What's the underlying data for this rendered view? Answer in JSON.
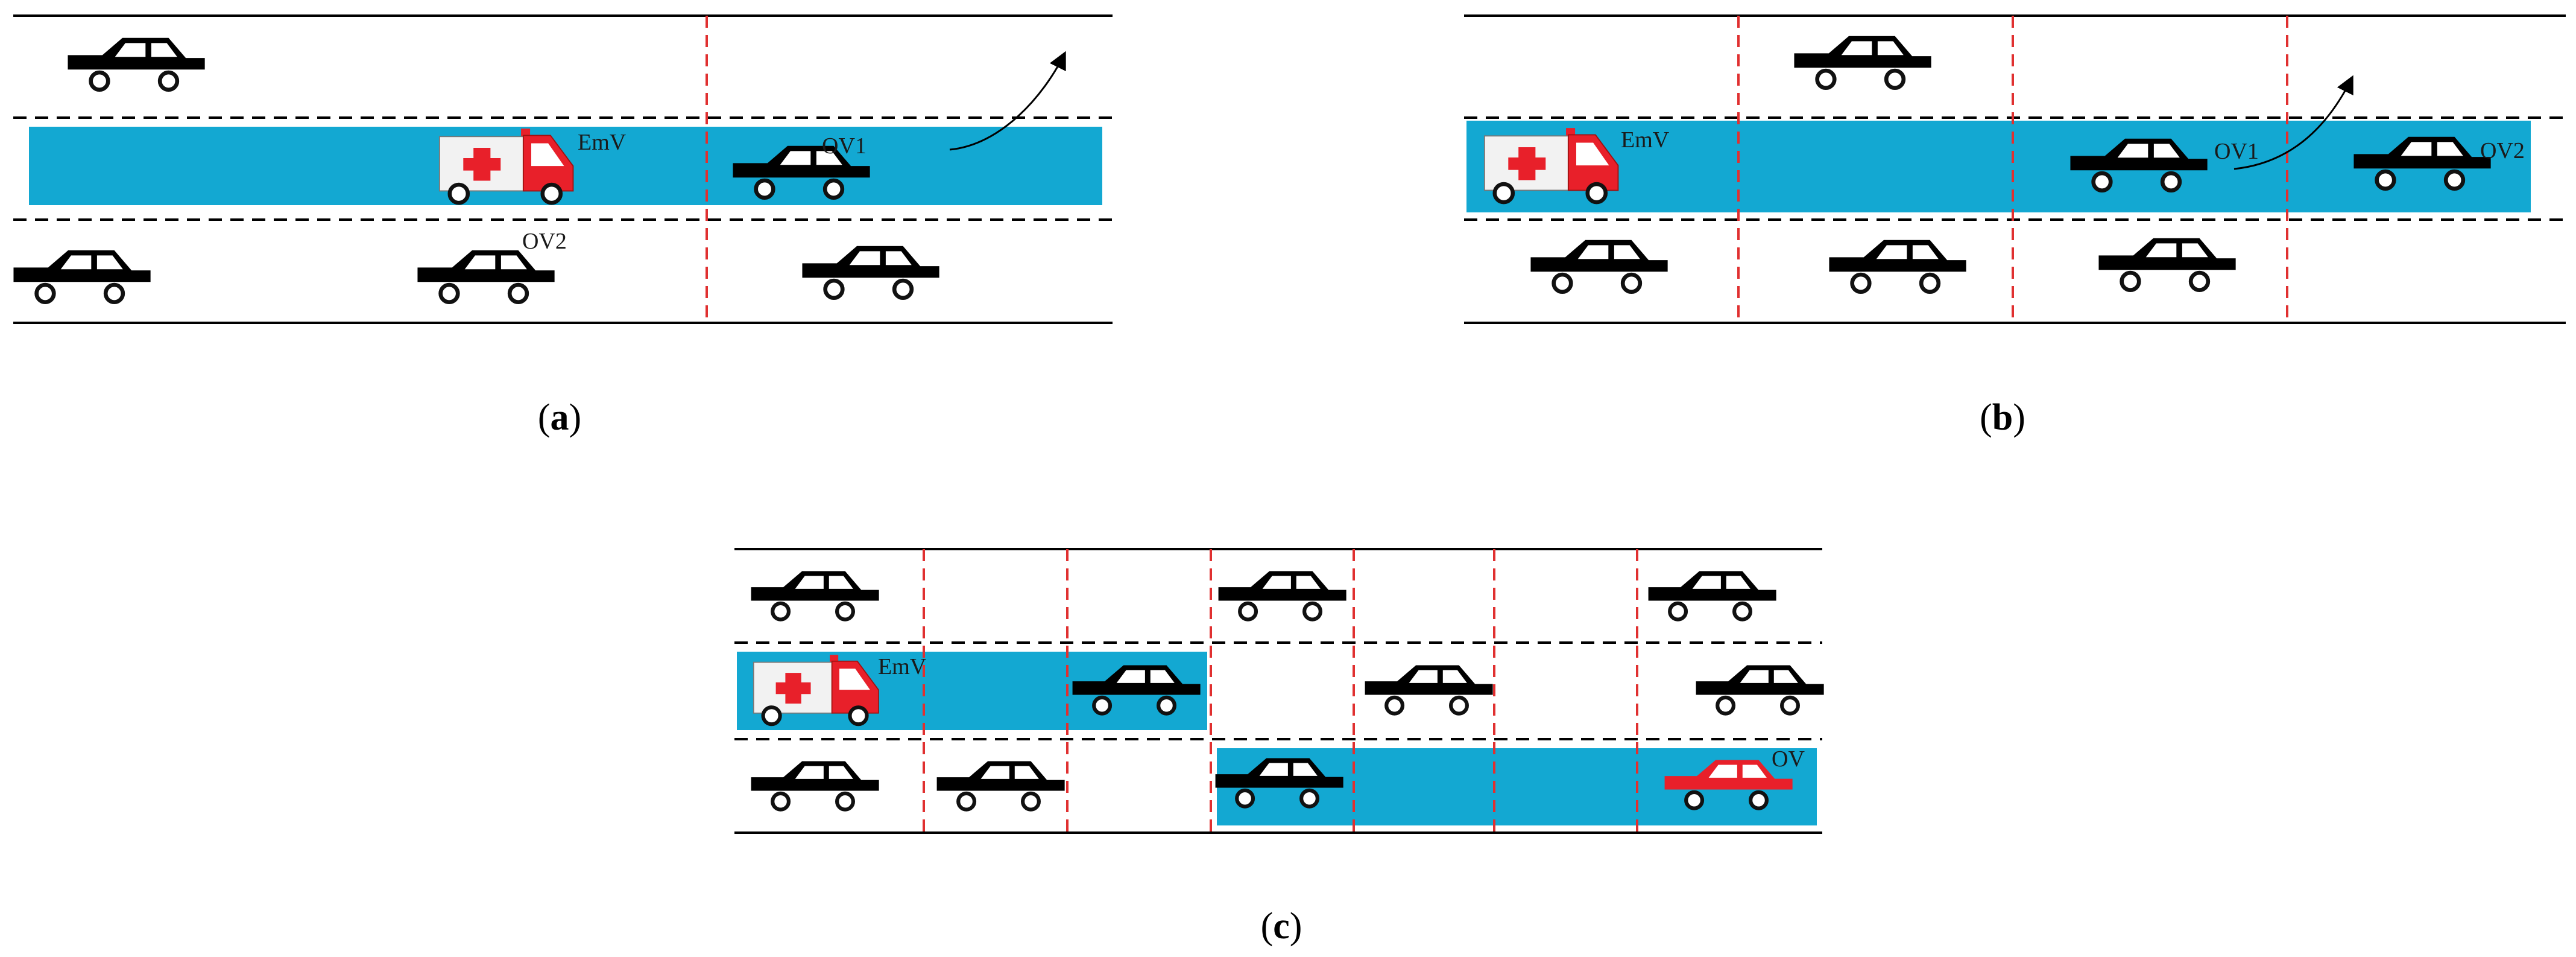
{
  "colors": {
    "lane_highlight": "#13a8d2",
    "road_line": "#000000",
    "section_divider": "#e03030",
    "car": "#000000",
    "ov_car_c": "#e8202a",
    "ambulance_red": "#e8202a",
    "ambulance_box": "#f2f2f2"
  },
  "icons": {
    "car": "car-icon",
    "ambulance": "ambulance-icon",
    "lane_change_arrow": "curved-arrow-icon"
  },
  "panels": [
    {
      "id": "a",
      "caption": "a",
      "labels": {
        "emv": "EmV",
        "ov1": "OV1",
        "ov2": "OV2"
      }
    },
    {
      "id": "b",
      "caption": "b",
      "labels": {
        "emv": "EmV",
        "ov1": "OV1",
        "ov2": "OV2"
      }
    },
    {
      "id": "c",
      "caption": "c",
      "labels": {
        "emv": "EmV",
        "ov": "OV"
      }
    }
  ]
}
